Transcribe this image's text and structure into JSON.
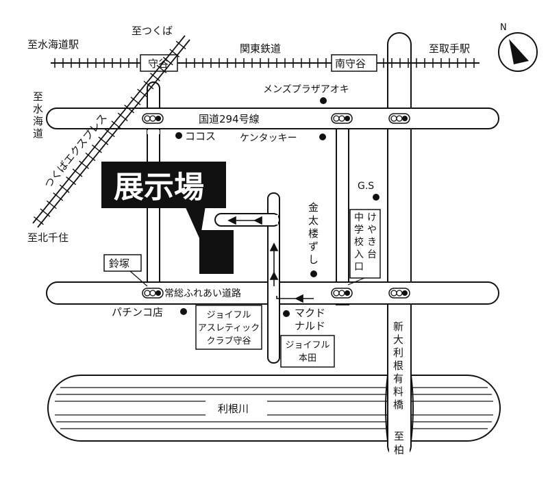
{
  "rail": {
    "name": "関東鉄道",
    "stations": [
      "守谷",
      "南守谷"
    ],
    "to_west": "至水海道駅",
    "to_east": "至取手駅"
  },
  "express": {
    "name": "つくばエクスプレス",
    "to_north": "至つくば",
    "to_south": "至北千住"
  },
  "roads": {
    "route294": "国道294号線",
    "joso_road": "常総ふれあい道路",
    "to_mitsukaido": "至水海道",
    "bridge": "新大利根有料橋",
    "to_kashiwa": "至柏"
  },
  "river": "利根川",
  "venue": {
    "label": "展示場"
  },
  "landmarks": {
    "mens_plaza": "メンズプラザアオキ",
    "cocos": "ココス",
    "kfc": "ケンタッキー",
    "gs": "G.S",
    "kintaro": "金太楼ずし",
    "school": "けやき台中学校入口",
    "suzuka": "鈴塚",
    "pachinko": "パチンコ店",
    "joyful_athletic": "ジョイフル アスレティック クラブ守谷",
    "mcd": "マクド ナルド",
    "joyful_honda": "ジョイフル 本田"
  },
  "compass": {
    "north": "N"
  }
}
